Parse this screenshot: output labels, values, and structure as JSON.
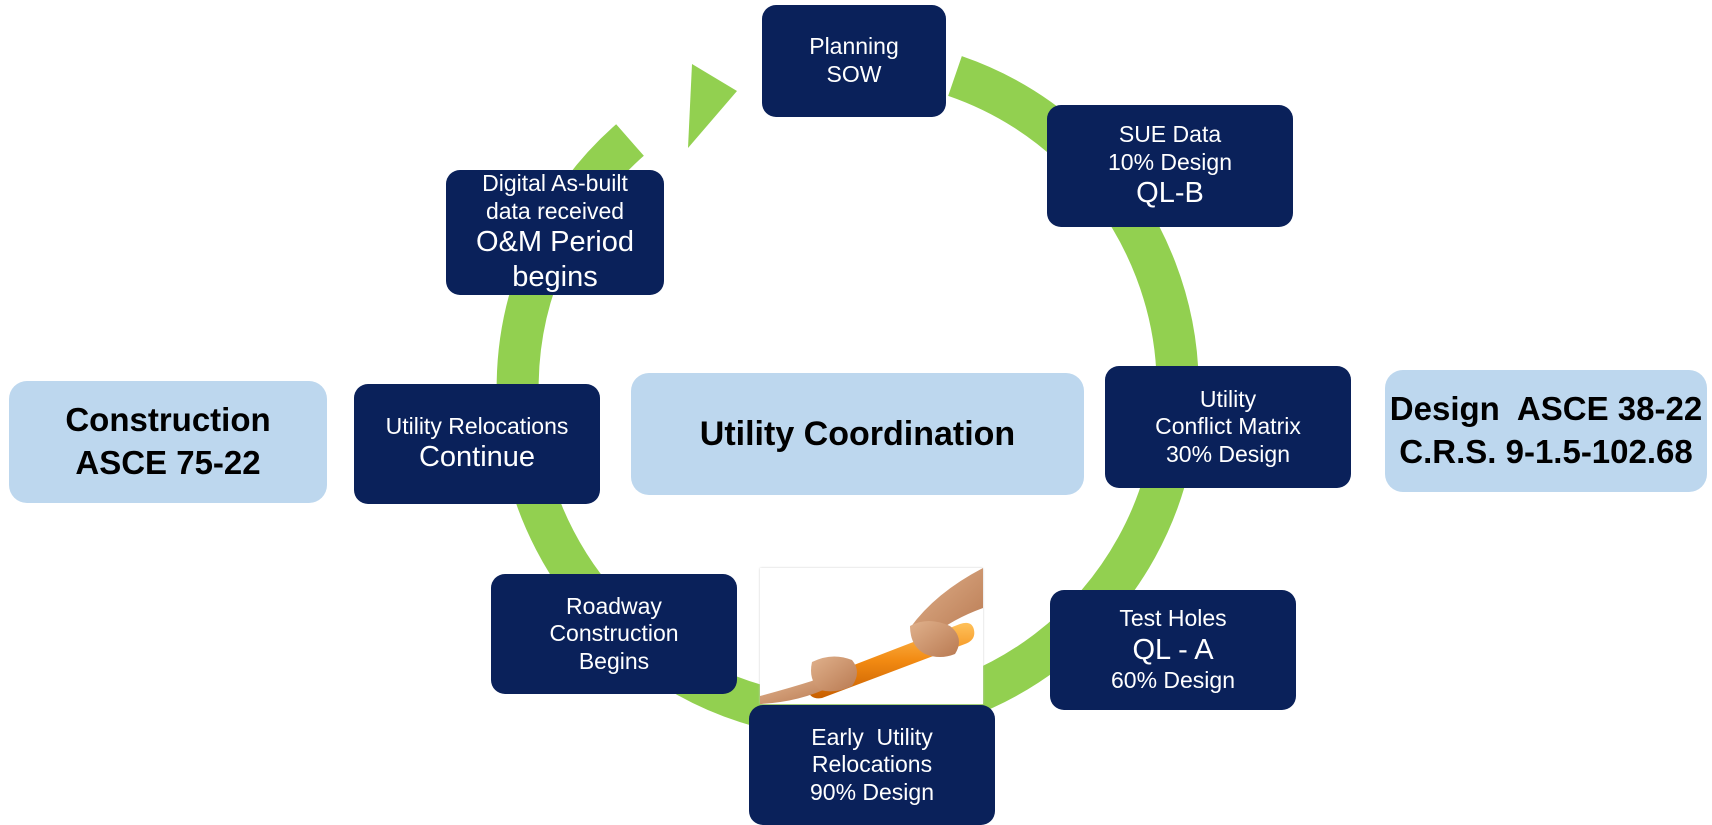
{
  "cycle": {
    "center_title": "Utility Coordination",
    "steps": [
      {
        "id": "planning",
        "lines": [
          {
            "text": "Planning",
            "size": "sm"
          },
          {
            "text": "SOW",
            "size": "sm"
          }
        ]
      },
      {
        "id": "sue-data",
        "lines": [
          {
            "text": "SUE Data",
            "size": "sm"
          },
          {
            "text": "10% Design",
            "size": "sm"
          },
          {
            "text": "QL-B",
            "size": "lg"
          }
        ]
      },
      {
        "id": "conflict-matrix",
        "lines": [
          {
            "text": "Utility",
            "size": "sm"
          },
          {
            "text": "Conflict Matrix",
            "size": "sm"
          },
          {
            "text": "30% Design",
            "size": "sm"
          }
        ]
      },
      {
        "id": "test-holes",
        "lines": [
          {
            "text": "Test Holes",
            "size": "sm"
          },
          {
            "text": "QL - A",
            "size": "lg"
          },
          {
            "text": "60% Design",
            "size": "sm"
          }
        ]
      },
      {
        "id": "early-relocations",
        "lines": [
          {
            "text": "Early  Utility",
            "size": "sm"
          },
          {
            "text": "Relocations",
            "size": "sm"
          },
          {
            "text": "90% Design",
            "size": "sm"
          }
        ]
      },
      {
        "id": "roadway-construction",
        "lines": [
          {
            "text": "Roadway",
            "size": "sm"
          },
          {
            "text": "Construction",
            "size": "sm"
          },
          {
            "text": "Begins",
            "size": "sm"
          }
        ]
      },
      {
        "id": "relocations-continue",
        "lines": [
          {
            "text": "Utility Relocations",
            "size": "sm"
          },
          {
            "text": "Continue",
            "size": "lg"
          }
        ]
      },
      {
        "id": "as-built",
        "lines": [
          {
            "text": "Digital As-built",
            "size": "sm"
          },
          {
            "text": "data received",
            "size": "sm"
          },
          {
            "text": "O&M Period",
            "size": "lg"
          },
          {
            "text": "begins",
            "size": "lg"
          }
        ]
      }
    ]
  },
  "side_labels": {
    "construction": [
      "Construction",
      "ASCE 75-22"
    ],
    "design": [
      "Design  ASCE 38-22",
      "C.R.S. 9-1.5-102.68"
    ]
  },
  "image": {
    "icon": "baton-handoff-photo"
  },
  "colors": {
    "box": "#0a215a",
    "arrow": "#92d050",
    "side": "#bdd7ee"
  }
}
